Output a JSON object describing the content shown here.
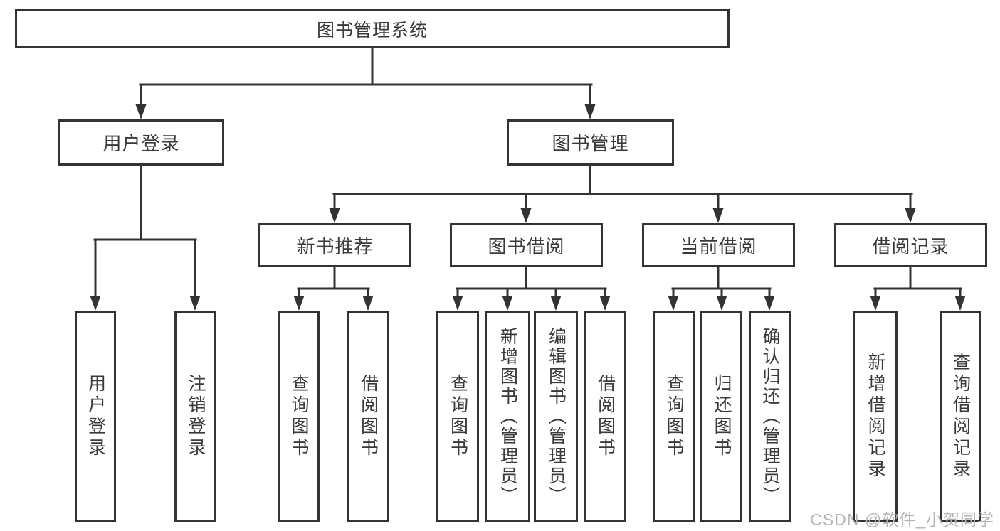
{
  "page": {
    "background": "#ffffff"
  },
  "colors": {
    "line": "#333333",
    "box_border": "#333333",
    "text": "#3a3a3a",
    "watermark": "#b5b5b5"
  },
  "watermark": {
    "label": "CSDN @软件_小贺同学"
  },
  "diagram": {
    "root": {
      "label": "图书管理系统"
    },
    "level2": [
      {
        "label": "用户登录",
        "children": [
          {
            "label": "用户登录"
          },
          {
            "label": "注销登录"
          }
        ]
      },
      {
        "label": "图书管理",
        "children": [
          {
            "label": "新书推荐",
            "children": [
              {
                "label": "查询图书"
              },
              {
                "label": "借阅图书"
              }
            ]
          },
          {
            "label": "图书借阅",
            "children": [
              {
                "label": "查询图书"
              },
              {
                "label": "新增图书（管理员）"
              },
              {
                "label": "编辑图书（管理员）"
              },
              {
                "label": "借阅图书"
              }
            ]
          },
          {
            "label": "当前借阅",
            "children": [
              {
                "label": "查询图书"
              },
              {
                "label": "归还图书"
              },
              {
                "label": "确认归还（管理员）"
              }
            ]
          },
          {
            "label": "借阅记录",
            "children": [
              {
                "label": "新增借阅记录"
              },
              {
                "label": "查询借阅记录"
              }
            ]
          }
        ]
      }
    ]
  }
}
